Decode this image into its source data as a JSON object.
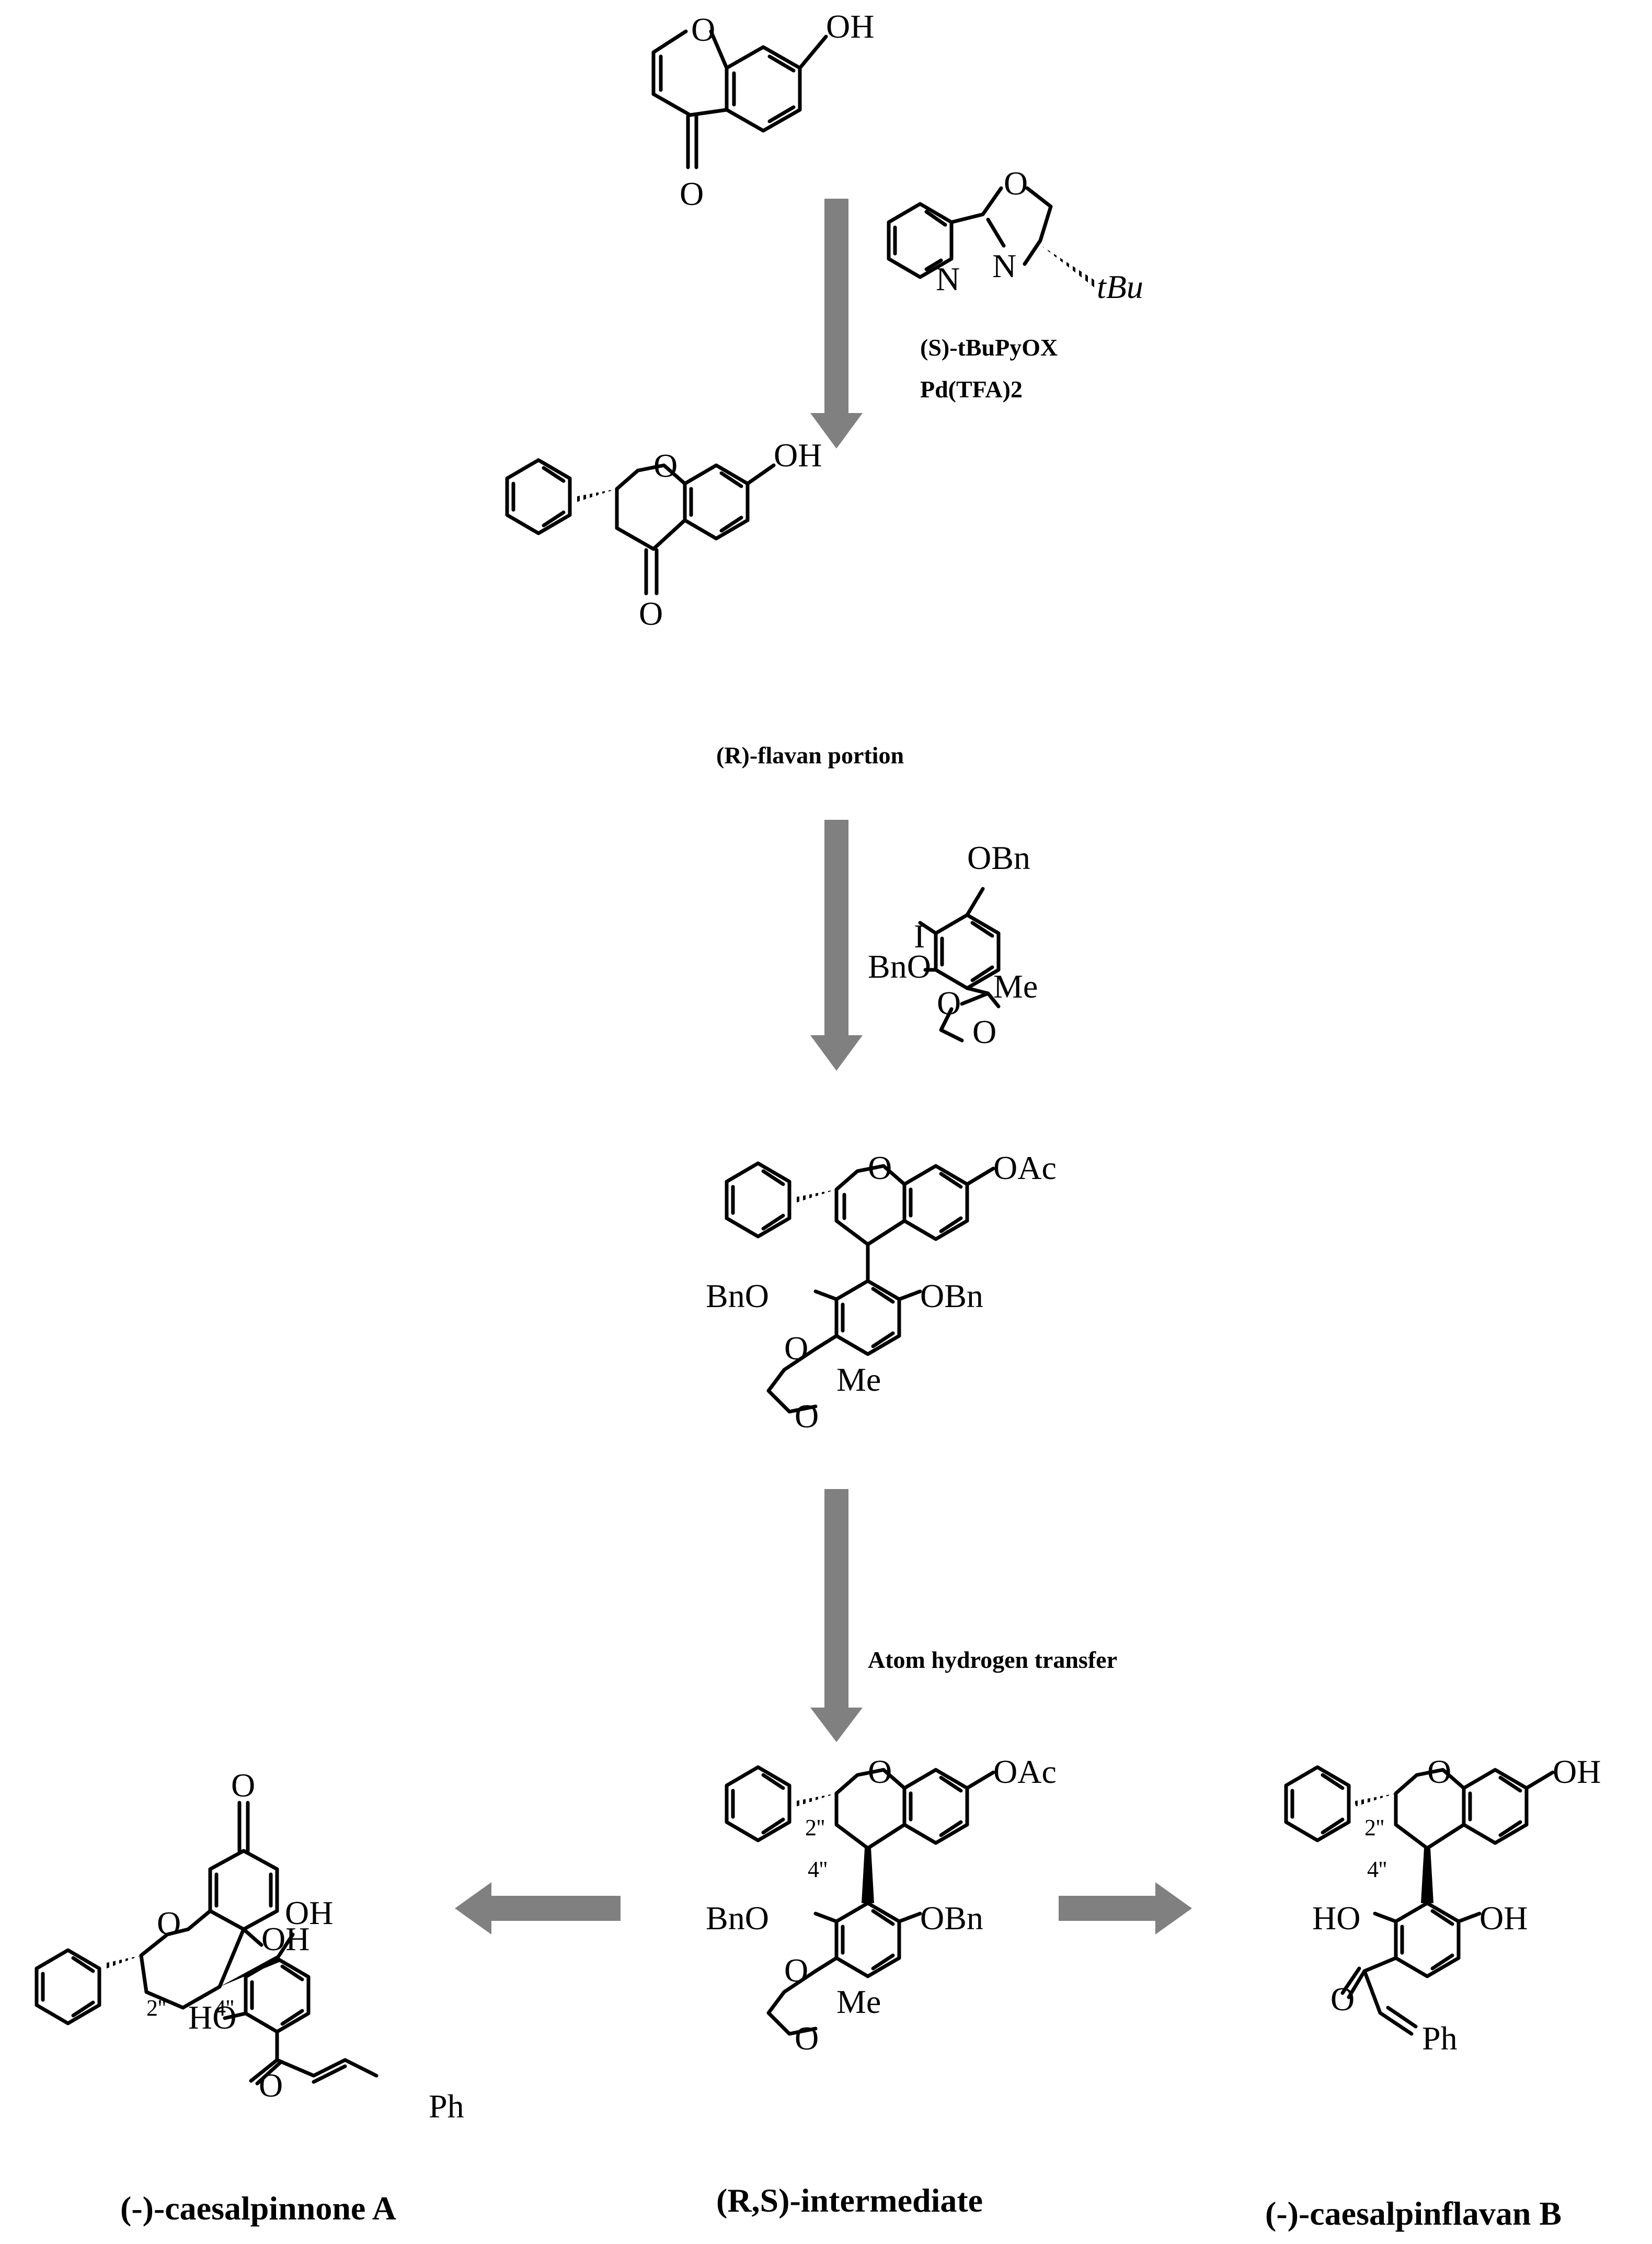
{
  "atoms": {
    "O": "O",
    "N": "N",
    "OH": "OH",
    "OAc": "OAc",
    "OBn": "OBn",
    "BnO": "BnO",
    "HO": "HO",
    "Me": "Me",
    "Ph": "Ph",
    "I": "I",
    "tBu": "tBu"
  },
  "locants": {
    "c2": "2''",
    "c4": "4''"
  },
  "reagents": {
    "step1_ligand": "(S)-tBuPyOX",
    "step1_metal": "Pd(TFA)2",
    "step3": "Atom hydrogen transfer"
  },
  "compounds": {
    "flavan": "(R)-flavan portion",
    "intermediate": "(R,S)-intermediate",
    "caesalpinnone": "(-)-caesalpinnone A",
    "caesalpinflavan": "(-)-caesalpinflavan B"
  },
  "colors": {
    "arrow": "#808080",
    "ink": "#000000"
  }
}
